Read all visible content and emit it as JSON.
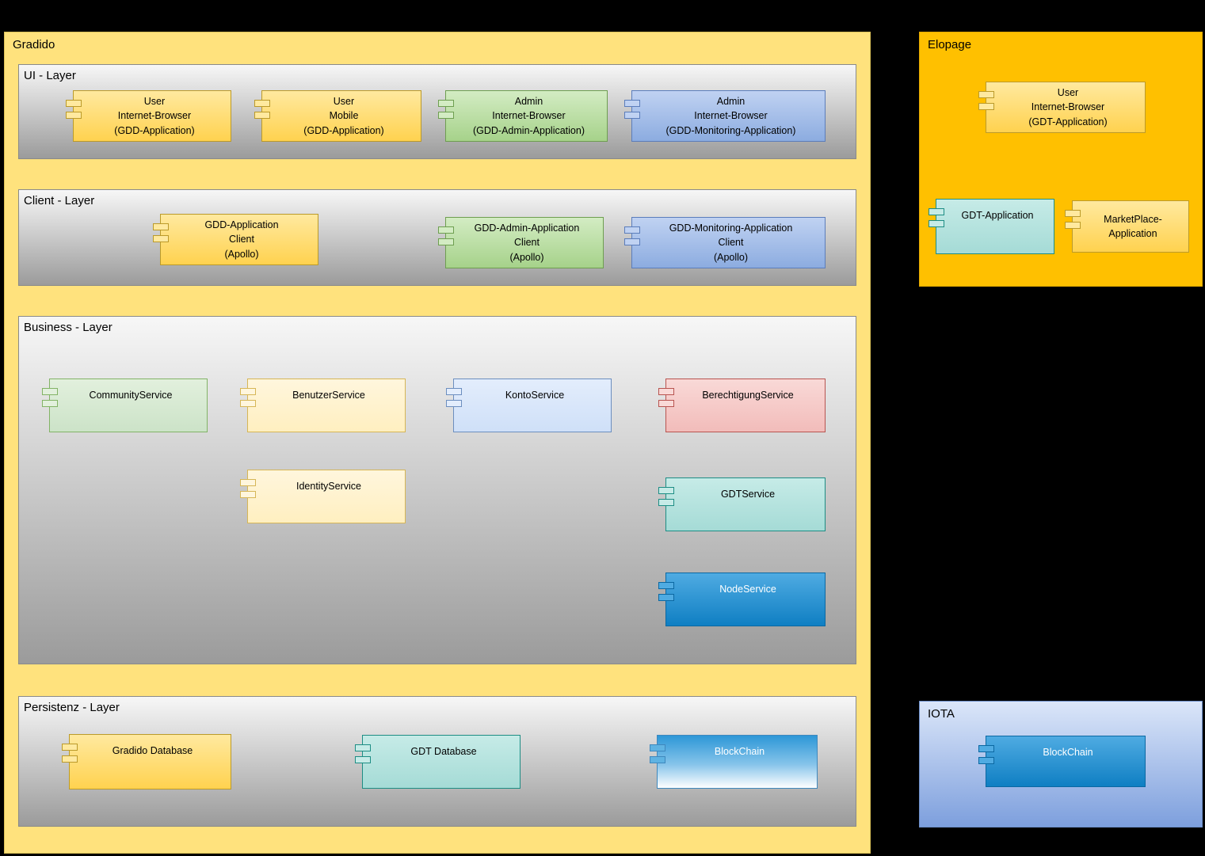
{
  "colors": {
    "background": "#000000",
    "gradido_fill": "#ffe27d",
    "elopage_fill": "#ffc000",
    "iota_fill_top": "#dbe6f9",
    "iota_fill_bottom": "#7d9fdd",
    "layer_gray_top": "#f7f7f7",
    "layer_gray_bottom": "#9b9b9b",
    "component_yellow": "#ffd24f",
    "component_yellow_light": "#fff2cc",
    "component_green": "#a6d28a",
    "component_green_light": "#d5e8d4",
    "component_blue": "#8cace0",
    "component_blue_light": "#dae8fc",
    "component_pink": "#f8cecc",
    "component_teal": "#a5dbd6",
    "component_blue_strong": "#0f7fc3"
  },
  "gradido": {
    "label": "Gradido",
    "layers": {
      "ui": {
        "label": "UI - Layer"
      },
      "client": {
        "label": "Client - Layer"
      },
      "business": {
        "label": "Business - Layer"
      },
      "persistenz": {
        "label": "Persistenz - Layer"
      }
    }
  },
  "elopage": {
    "label": "Elopage"
  },
  "iota": {
    "label": "IOTA"
  },
  "components": {
    "ui_user_browser": {
      "label": "User\nInternet-Browser\n(GDD-Application)"
    },
    "ui_user_mobile": {
      "label": "User\nMobile\n(GDD-Application)"
    },
    "ui_admin_browser": {
      "label": "Admin\nInternet-Browser\n(GDD-Admin-Application)"
    },
    "ui_admin_monitoring": {
      "label": "Admin\nInternet-Browser\n(GDD-Monitoring-Application)"
    },
    "client_gdd": {
      "label": "GDD-Application\nClient\n(Apollo)"
    },
    "client_admin": {
      "label": "GDD-Admin-Application\nClient\n(Apollo)"
    },
    "client_monitoring": {
      "label": "GDD-Monitoring-Application\nClient\n(Apollo)"
    },
    "community": {
      "label": "CommunityService"
    },
    "benutzer": {
      "label": "BenutzerService"
    },
    "konto": {
      "label": "KontoService"
    },
    "berechtigung": {
      "label": "BerechtigungService"
    },
    "identity": {
      "label": "IdentityService"
    },
    "gdt_service": {
      "label": "GDTService"
    },
    "node": {
      "label": "NodeService"
    },
    "gradido_db": {
      "label": "Gradido Database"
    },
    "gdt_db": {
      "label": "GDT Database"
    },
    "blockchain_gradido": {
      "label": "BlockChain"
    },
    "elopage_user_browser": {
      "label": "User\nInternet-Browser\n(GDT-Application)"
    },
    "gdt_application": {
      "label": "GDT-Application"
    },
    "marketplace": {
      "label": "MarketPlace-\nApplication"
    },
    "blockchain_iota": {
      "label": "BlockChain"
    }
  }
}
